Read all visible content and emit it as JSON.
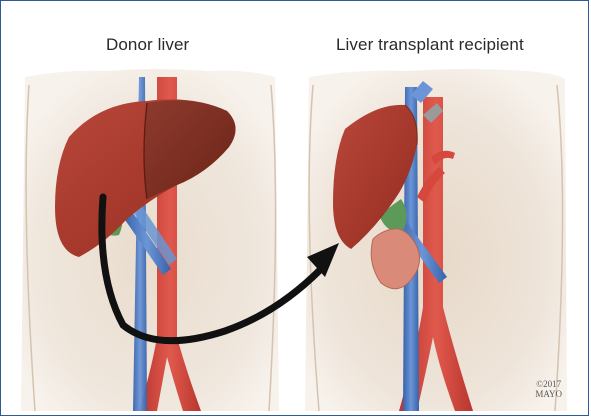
{
  "panels": {
    "left": {
      "title": "Donor liver"
    },
    "right": {
      "title": "Liver transplant recipient"
    }
  },
  "credit": {
    "year": "©2017",
    "org": "MAYO"
  },
  "colors": {
    "frame": "#2f5a99",
    "skin": "#ece2d6",
    "liver": "#a93a2c",
    "liver_dark": "#7a2619",
    "vein": "#4b79c2",
    "artery": "#d6473d",
    "gallbladder": "#5d9a5a",
    "arrow": "#111111"
  },
  "icons": {
    "arrow": "curved-arrow-icon"
  }
}
